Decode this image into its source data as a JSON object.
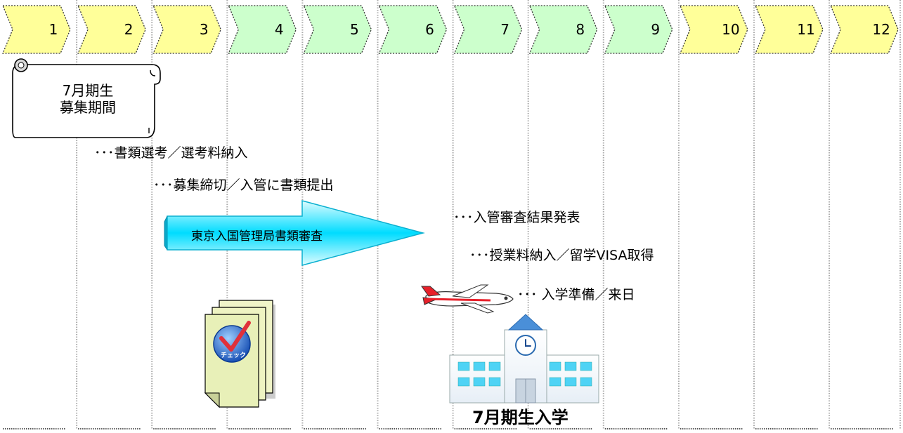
{
  "months": [
    {
      "label": "1",
      "color": "#ffff99"
    },
    {
      "label": "2",
      "color": "#ffff99"
    },
    {
      "label": "3",
      "color": "#ffff99"
    },
    {
      "label": "4",
      "color": "#ccffcc"
    },
    {
      "label": "5",
      "color": "#ccffcc"
    },
    {
      "label": "6",
      "color": "#ccffcc"
    },
    {
      "label": "7",
      "color": "#ccffcc"
    },
    {
      "label": "8",
      "color": "#ccffcc"
    },
    {
      "label": "9",
      "color": "#ccffcc"
    },
    {
      "label": "10",
      "color": "#ffff99"
    },
    {
      "label": "11",
      "color": "#ffff99"
    },
    {
      "label": "12",
      "color": "#ffff99"
    }
  ],
  "recruitment": {
    "line1": "7月期生",
    "line2": "募集期間"
  },
  "notes": {
    "screening": "･･･書類選考／選考料納入",
    "deadline": "･･･募集締切／入管に書類提出",
    "result": "･･･入管審査結果発表",
    "tuition": "･･･授業料納入／留学VISA取得",
    "arrival": "･･･ 入学準備／来日"
  },
  "arrow_label": "東京入国管理局書類審査",
  "check_label": "チェック",
  "enrollment": "7月期生入学",
  "colors": {
    "yellow": "#ffff99",
    "green": "#ccffcc",
    "arrow_cyan": "#00e0ff",
    "arrow_light": "#d9fbff",
    "check_blue": "#1e64d2",
    "check_red": "#e0303a",
    "plane_red": "#e8202a",
    "building_blue": "#4a8fd8",
    "window_cyan": "#4fd3f5"
  }
}
